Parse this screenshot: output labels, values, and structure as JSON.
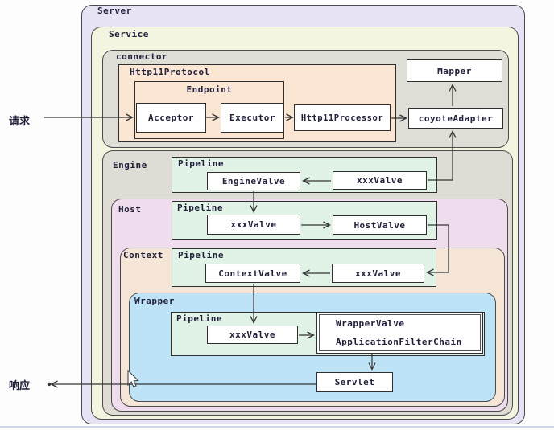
{
  "labels": {
    "server": "Server",
    "service": "Service",
    "connector": "connector",
    "http11protocol": "Http11Protocol",
    "endpoint": "Endpoint",
    "acceptor": "Acceptor",
    "executor": "Executor",
    "http11processor": "Http11Processor",
    "mapper": "Mapper",
    "coyote_adapter": "coyoteAdapter",
    "engine": "Engine",
    "host": "Host",
    "context": "Context",
    "wrapper": "Wrapper",
    "pipeline": "Pipeline",
    "engine_valve": "EngineValve",
    "xxx_valve": "xxxValve",
    "host_valve": "HostValve",
    "context_valve": "ContextValve",
    "wrapper_valve": "WrapperValve",
    "application_filter_chain": "ApplicationFilterChain",
    "servlet": "Servlet",
    "request": "请求",
    "response": "响应"
  },
  "colors": {
    "server_fill": "#e7e3f4",
    "service_fill": "#f4f5e1",
    "connector_fill": "#deded6",
    "engine_fill": "#dedcd4",
    "host_fill": "#efdcec",
    "context_fill": "#f5e5d6",
    "wrapper_fill": "#bfe3f6",
    "pipeline_fill": "#e1f2e7",
    "protocol_fill": "#fbe5d3",
    "box_fill": "#fefefe",
    "line_color": "#333333",
    "text_color": "#20203a",
    "bottom_rule": "#ccd8e6"
  }
}
